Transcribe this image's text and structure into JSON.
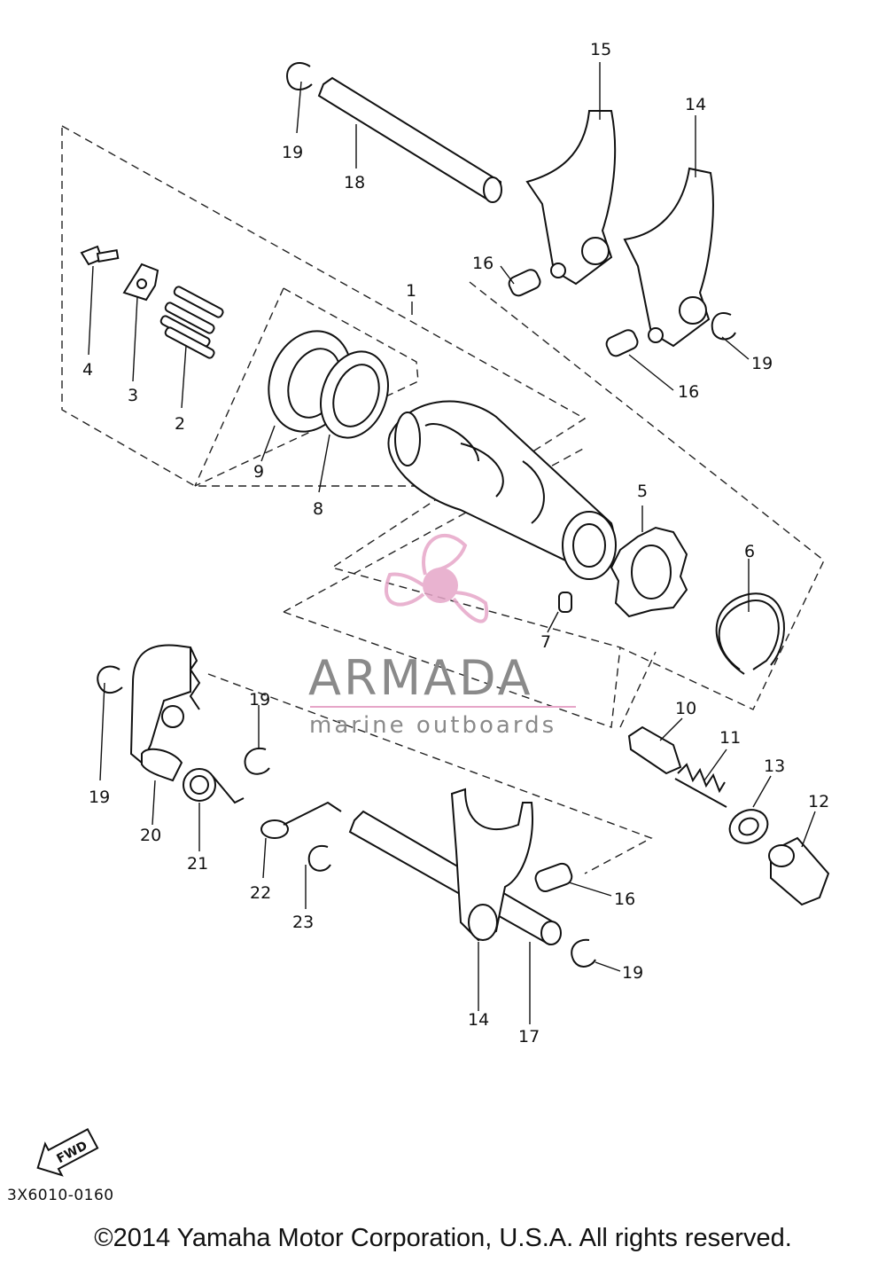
{
  "diagram_code": "3X6010-0160",
  "copyright": "©2014 Yamaha Motor Corporation, U.S.A. All rights reserved.",
  "watermark": {
    "name": "ARMADA",
    "tagline": "marine outboards",
    "accent_color": "#e6a6c8",
    "text_color": "#8a8a8a"
  },
  "fwd_badge": "FWD",
  "callouts": [
    "1",
    "2",
    "3",
    "4",
    "5",
    "6",
    "7",
    "8",
    "9",
    "10",
    "11",
    "12",
    "13",
    "14",
    "15",
    "16",
    "17",
    "18",
    "19",
    "20",
    "21",
    "22",
    "23",
    "14",
    "16",
    "16",
    "19",
    "19",
    "19",
    "19"
  ]
}
